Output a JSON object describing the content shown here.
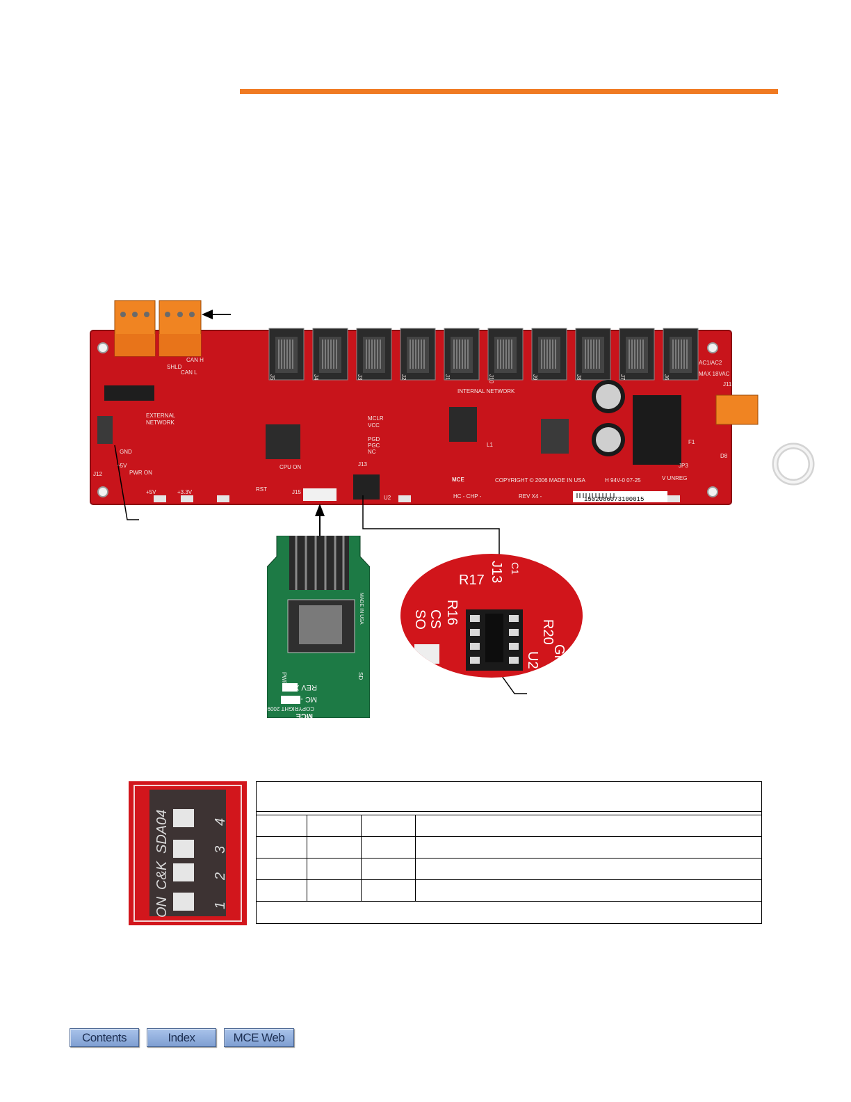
{
  "nav": {
    "contents_label": "Contents",
    "index_label": "Index",
    "web_label": "MCE Web"
  },
  "board": {
    "brand": "MCE",
    "copyright": "COPYRIGHT © 2006 MADE IN USA",
    "rating": "H 94V-0 07-25",
    "model": "HC - CHP -",
    "rev": "REV X4 -",
    "serial": "1502086073100015",
    "internal_network": "INTERNAL NETWORK",
    "max_vac": "MAX 18VAC",
    "connectors": [
      "J5",
      "J4",
      "J3",
      "J2",
      "J1",
      "J10",
      "J9",
      "J8",
      "J7",
      "J6"
    ],
    "labels": {
      "gnd": "GND",
      "plus5v": "+5V",
      "plus33v": "+3.3V",
      "pwr_on": "PWR ON",
      "cpu_on": "CPU ON",
      "rst": "RST",
      "j12": "J12",
      "j15": "J15",
      "j13": "J13",
      "u2": "U2",
      "l1": "L1",
      "shld": "SHLD",
      "can_l": "CAN L",
      "can_h": "CAN H",
      "external": "EXTERNAL",
      "network": "NETWORK",
      "mclr": "MCLR",
      "vcc": "VCC",
      "pgd": "PGD",
      "pgc": "PGC",
      "nc": "NC",
      "v_unreg": "V UNREG",
      "ac1_ac2": "AC1/AC2",
      "j11": "J11",
      "d8": "D8",
      "f1": "F1",
      "jp3": "JP3"
    }
  },
  "sd_module": {
    "brand": "MCE",
    "copyright": "COPYRIGHT 2009",
    "model": "MC - SD -",
    "rev": "REV X1 -",
    "made_in": "MADE IN USA",
    "pwr": "PWR",
    "sd": "SD"
  },
  "zoom": {
    "r17": "R17",
    "j13": "J13",
    "r16": "R16",
    "r20": "R20",
    "u2": "U2",
    "c1": "C1",
    "so": "SO",
    "cs": "CS",
    "gn": "GN"
  },
  "dip": {
    "labels": [
      "ON",
      "C&K",
      "SDA04"
    ],
    "positions": [
      "1",
      "2",
      "3",
      "4"
    ]
  }
}
